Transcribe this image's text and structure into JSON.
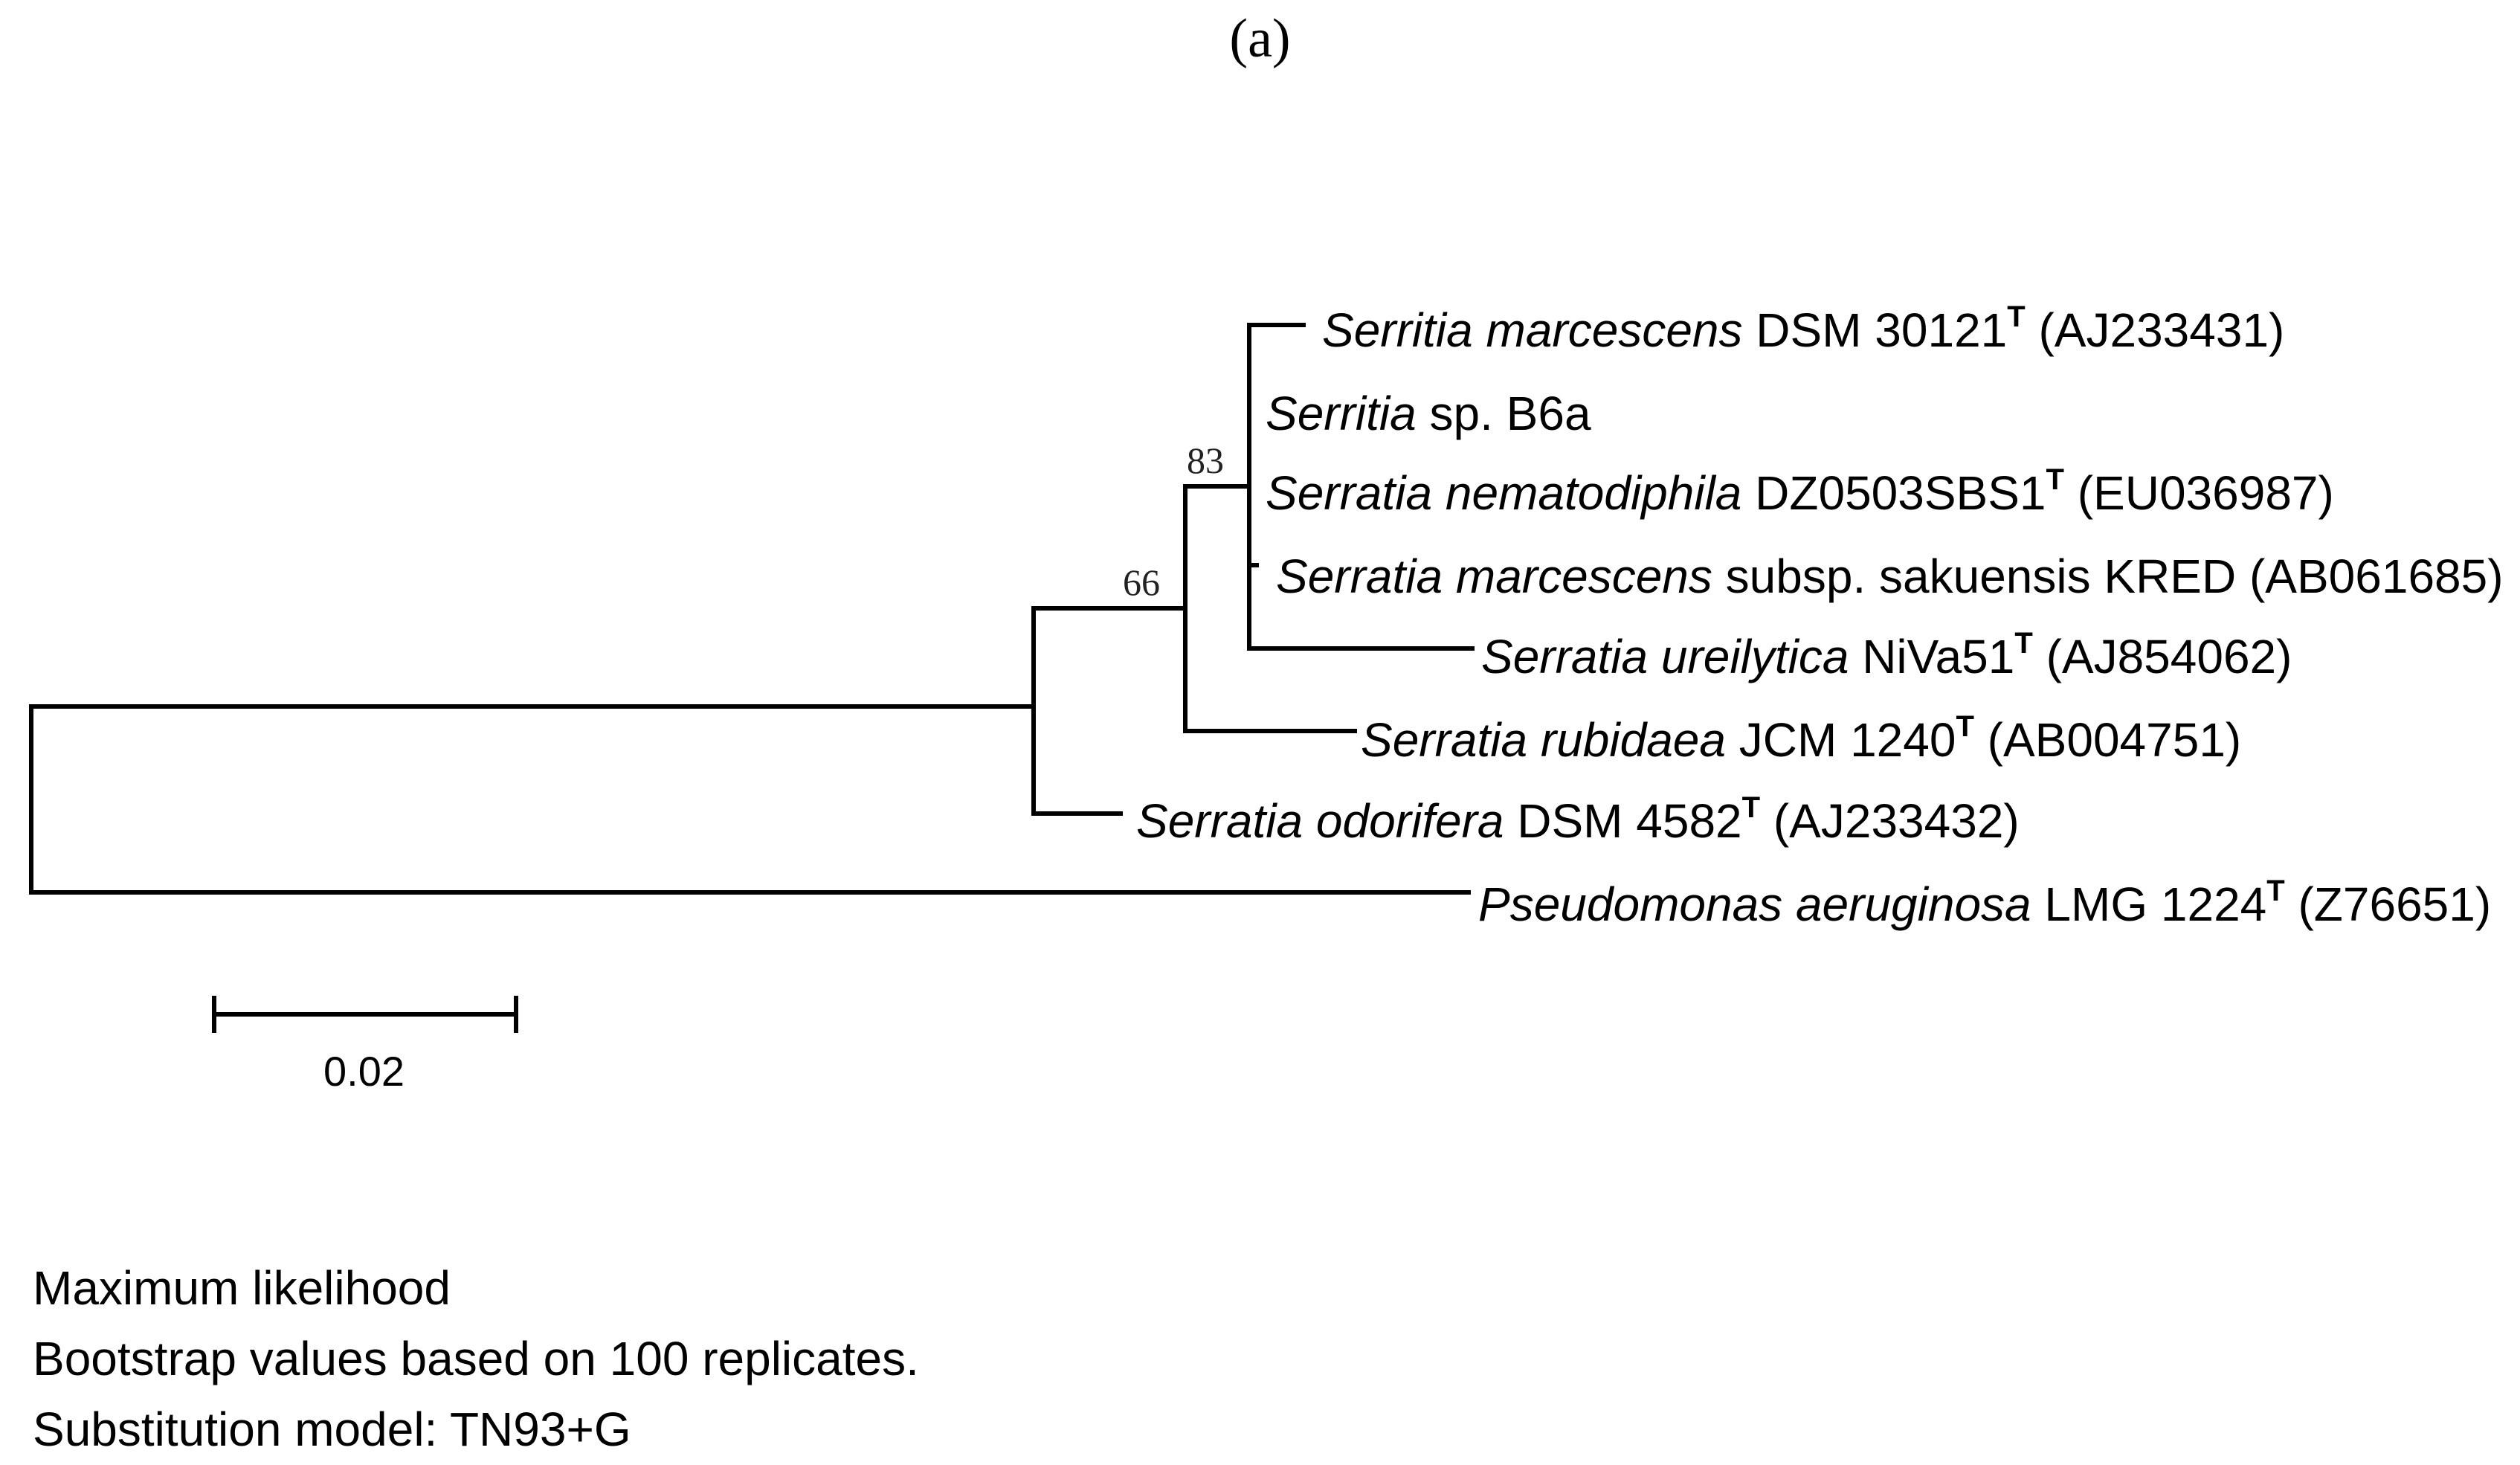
{
  "panel_label": "(a)",
  "taxa": [
    {
      "genus": "Serritia marcescens",
      "strain": "DSM 30121",
      "type_strain": "T",
      "accession": "(AJ233431)"
    },
    {
      "genus": "Serritia",
      "strain": "sp. B6a",
      "type_strain": "",
      "accession": ""
    },
    {
      "genus": "Serratia nematodiphila",
      "strain": "DZ0503SBS1",
      "type_strain": "T",
      "accession": "(EU036987)"
    },
    {
      "genus": "Serratia marcescens",
      "strain": "subsp. sakuensis KRED",
      "type_strain": "",
      "accession": "(AB061685)"
    },
    {
      "genus": "Serratia ureilytica",
      "strain": "NiVa51",
      "type_strain": "T",
      "accession": "(AJ854062)"
    },
    {
      "genus": "Serratia rubidaea",
      "strain": "JCM 1240",
      "type_strain": "T",
      "accession": "(AB004751)"
    },
    {
      "genus": "Serratia odorifera",
      "strain": "DSM 4582",
      "type_strain": "T",
      "accession": "(AJ233432)"
    },
    {
      "genus": "Pseudomonas aeruginosa",
      "strain": "LMG 1224",
      "type_strain": "T",
      "accession": "(Z76651)"
    }
  ],
  "bootstrap": {
    "node_83": "83",
    "node_66": "66"
  },
  "scale_bar": {
    "label": "0.02"
  },
  "legend": [
    "Maximum likelihood",
    "Bootstrap values based on 100 replicates.",
    "Substitution model: TN93+G"
  ]
}
